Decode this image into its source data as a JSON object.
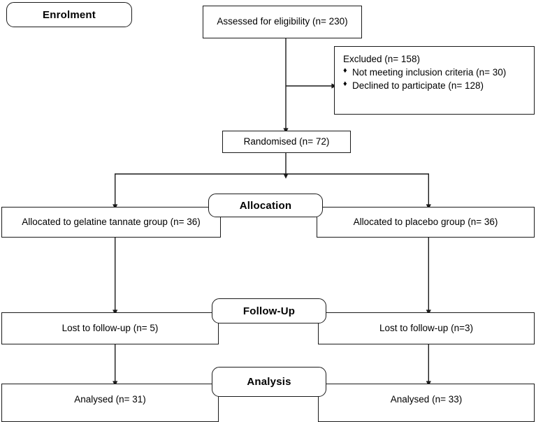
{
  "diagram": {
    "title": "CONSORT participant flow diagram",
    "type": "flowchart",
    "line_color": "#1a1a1a",
    "background": "#ffffff"
  },
  "stages": {
    "enrolment": "Enrolment",
    "allocation": "Allocation",
    "followup": "Follow-Up",
    "analysis": "Analysis"
  },
  "nodes": {
    "assessed": "Assessed for eligibility (n= 230)",
    "excluded": {
      "title": "Excluded (n= 158)",
      "bullet_glyph": "♦",
      "reasons": [
        "Not meeting inclusion criteria (n= 30)",
        "Declined to participate (n= 128)"
      ]
    },
    "randomised": "Randomised (n= 72)",
    "allocated_left": "Allocated to gelatine tannate group (n= 36)",
    "allocated_right": "Allocated to placebo group (n= 36)",
    "lost_left": "Lost to follow-up (n= 5)",
    "lost_right": "Lost to follow-up (n=3)",
    "analysed_left": "Analysed (n= 31)",
    "analysed_right": "Analysed (n= 33)"
  }
}
